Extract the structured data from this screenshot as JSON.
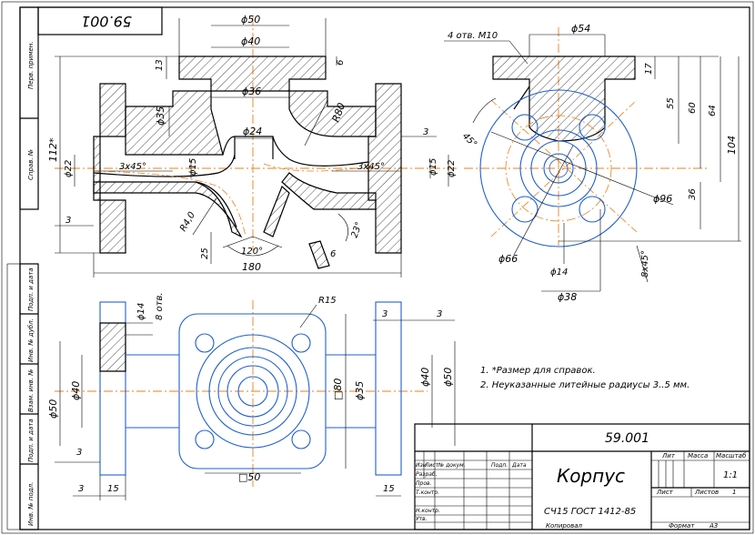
{
  "drawing": {
    "doc_code": "59.001",
    "doc_code_mirrored": "59.001",
    "part_name": "Корпус",
    "material": "СЧ15 ГОСТ 1412-85",
    "scale": "1:1",
    "sheet_label": "Лист",
    "sheets_label": "Листов",
    "sheets_value": "1",
    "lit_label": "Лит",
    "mass_label": "Масса",
    "scale_label": "Масштаб",
    "scale_value": "1:1",
    "copy_label": "Копировал",
    "format_label": "Формат",
    "format_value": "A3"
  },
  "title_block": {
    "rows": [
      "Изм",
      "Лист",
      "№ докум.",
      "Подп.",
      "Дата"
    ],
    "roles": [
      "Разраб.",
      "Пров.",
      "Т.контр.",
      "",
      "Н.контр.",
      "Утв."
    ]
  },
  "side_stamps": [
    "Перв. примен.",
    "Справ. №",
    "Подп. и дата",
    "Инв. № дубл.",
    "Взам. инв. №",
    "Подп. и дата",
    "Инв. № подл."
  ],
  "notes": [
    "1. *Размер для справок.",
    "2. Неуказанные литейные радиусы 3..5 мм."
  ],
  "dims_main": {
    "d50": "ϕ50",
    "d40": "ϕ40",
    "d36": "ϕ36",
    "d24": "ϕ24",
    "d35": "ϕ35",
    "d22l": "ϕ22",
    "d15l": "ϕ15",
    "d15r": "ϕ15",
    "d22r": "ϕ22",
    "c3x45l": "3x45°",
    "c3x45r": "3x45°",
    "r80": "R80",
    "r40": "R4,0",
    "h13": "13",
    "h6": "6",
    "h112": "112*",
    "w180": "180",
    "h3l": "3",
    "h3r": "3",
    "h25": "25",
    "a120": "120°",
    "a23": "23°",
    "h6b": "6"
  },
  "dims_side": {
    "holes": "4 отв. M10",
    "d54": "ϕ54",
    "h17": "17",
    "h55": "55",
    "h60": "60",
    "h64": "64",
    "h104": "104",
    "a45": "45°",
    "h36": "36",
    "d96": "ϕ96",
    "d66": "ϕ66",
    "d14": "ϕ14",
    "c8x45": "8x45°",
    "d38": "ϕ38"
  },
  "dims_bottom": {
    "d14": "ϕ14",
    "holes8": "8 отв.",
    "r15": "R15",
    "d40": "ϕ40",
    "d50": "ϕ50",
    "h3": "3",
    "w15l": "15",
    "w3b": "3",
    "sq50": "□50",
    "sq80": "□80",
    "d35": "ϕ35",
    "r3a": "3",
    "r3b": "3",
    "d40r": "ϕ40",
    "d50r": "ϕ50",
    "w15r": "15"
  }
}
